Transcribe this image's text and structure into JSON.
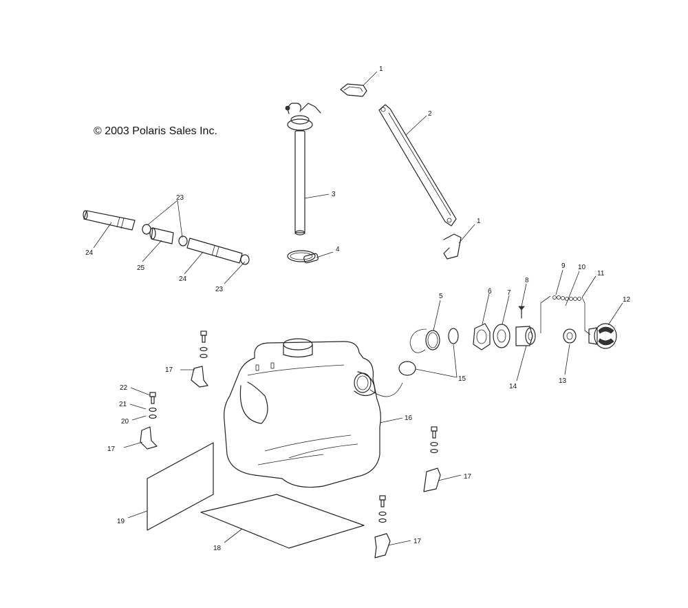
{
  "copyright": "© 2003 Polaris Sales Inc.",
  "callouts": [
    {
      "id": "c1a",
      "text": "1"
    },
    {
      "id": "c1b",
      "text": "1"
    },
    {
      "id": "c2",
      "text": "2"
    },
    {
      "id": "c3",
      "text": "3"
    },
    {
      "id": "c4",
      "text": "4"
    },
    {
      "id": "c5",
      "text": "5"
    },
    {
      "id": "c6",
      "text": "6"
    },
    {
      "id": "c7",
      "text": "7"
    },
    {
      "id": "c8",
      "text": "8"
    },
    {
      "id": "c9",
      "text": "9"
    },
    {
      "id": "c10",
      "text": "10"
    },
    {
      "id": "c11",
      "text": "11"
    },
    {
      "id": "c12",
      "text": "12"
    },
    {
      "id": "c13",
      "text": "13"
    },
    {
      "id": "c14",
      "text": "14"
    },
    {
      "id": "c15",
      "text": "15"
    },
    {
      "id": "c16",
      "text": "16"
    },
    {
      "id": "c17a",
      "text": "17"
    },
    {
      "id": "c17b",
      "text": "17"
    },
    {
      "id": "c17c",
      "text": "17"
    },
    {
      "id": "c17d",
      "text": "17"
    },
    {
      "id": "c18",
      "text": "18"
    },
    {
      "id": "c19",
      "text": "19"
    },
    {
      "id": "c20",
      "text": "20"
    },
    {
      "id": "c21",
      "text": "21"
    },
    {
      "id": "c22",
      "text": "22"
    },
    {
      "id": "c23a",
      "text": "23"
    },
    {
      "id": "c23b",
      "text": "23"
    },
    {
      "id": "c24a",
      "text": "24"
    },
    {
      "id": "c24b",
      "text": "24"
    },
    {
      "id": "c25",
      "text": "25"
    }
  ]
}
